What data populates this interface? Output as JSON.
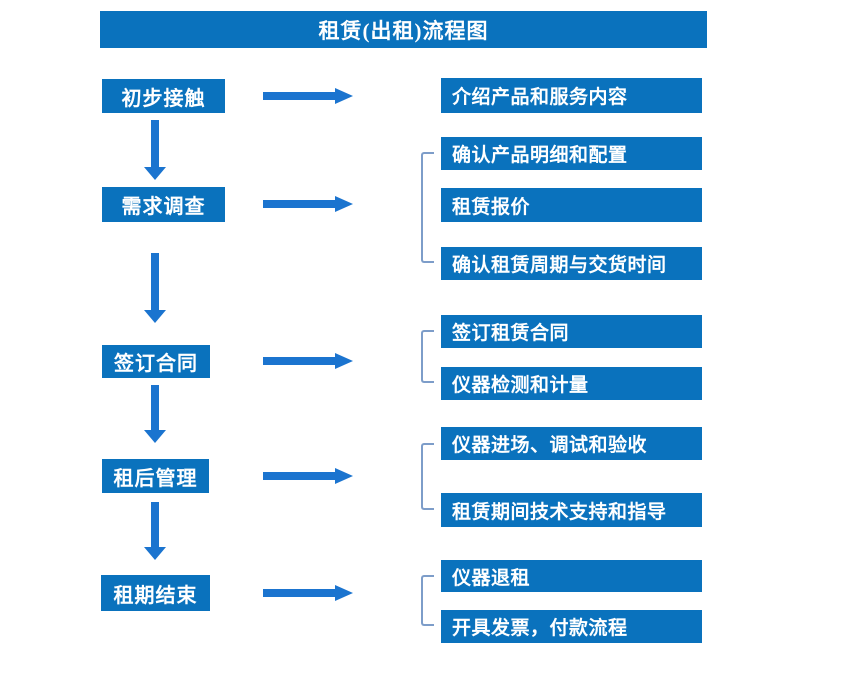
{
  "title": "租赁(出租)流程图",
  "colors": {
    "box_blue": "#0a72bd",
    "arrow_blue": "#1b74cf",
    "bracket_blue": "#7d9dc9",
    "text_white": "#ffffff",
    "background": "#ffffff"
  },
  "flow": {
    "steps": [
      {
        "label": "初步接触",
        "outputs": [
          "介绍产品和服务内容"
        ]
      },
      {
        "label": "需求调查",
        "outputs": [
          "确认产品明细和配置",
          "租赁报价",
          "确认租赁周期与交货时间"
        ]
      },
      {
        "label": "签订合同",
        "outputs": [
          "签订租赁合同",
          "仪器检测和计量"
        ]
      },
      {
        "label": "租后管理",
        "outputs": [
          "仪器进场、调试和验收",
          "租赁期间技术支持和指导"
        ]
      },
      {
        "label": "租期结束",
        "outputs": [
          "仪器退租",
          "开具发票，付款流程"
        ]
      }
    ]
  }
}
